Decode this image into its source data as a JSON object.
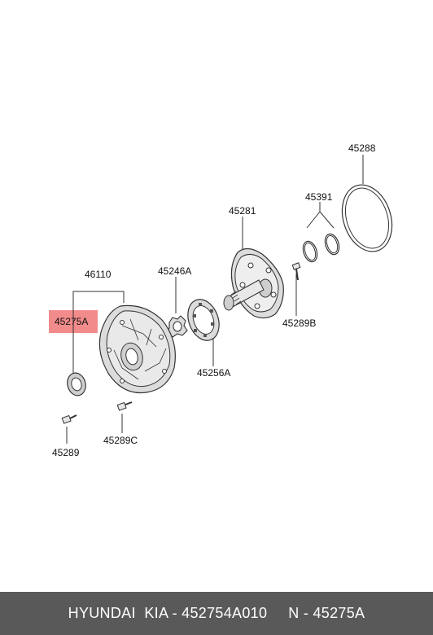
{
  "labels": {
    "p45288": "45288",
    "p45391": "45391",
    "p45281": "45281",
    "p46110": "46110",
    "p45246A": "45246A",
    "p45275A": "45275A",
    "p45289B": "45289B",
    "p45256A": "45256A",
    "p45289": "45289",
    "p45289C": "45289C"
  },
  "footer": {
    "left": "HYUNDAI  KIA - 452754A010",
    "right": "N - 45275A"
  },
  "colors": {
    "highlight": "#f28b8b",
    "footer_bg": "#595959",
    "line": "#333333",
    "part_fill": "#dcdcdc"
  }
}
